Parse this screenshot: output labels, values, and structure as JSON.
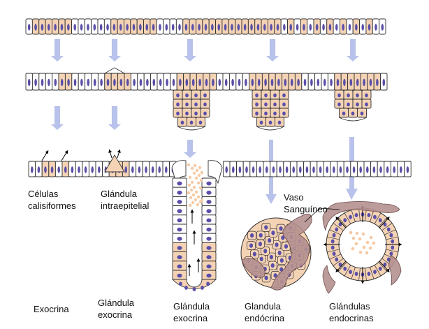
{
  "labels": {
    "celulas_calisiformes": [
      "Células",
      "calisiformes"
    ],
    "glandula_intraepitelial": [
      "Glándula",
      "intraepitelial"
    ],
    "vaso_sanguineo": [
      "Vaso",
      "Sanguíneo"
    ],
    "bottom": [
      [
        "Exocrina"
      ],
      [
        "Glándula",
        "exocrina"
      ],
      [
        "Glándula",
        "exocrina"
      ],
      [
        "Glandula",
        "endócrina"
      ],
      [
        "Glándulas",
        "endocrinas"
      ]
    ]
  },
  "colors": {
    "cell_white": "#ffffff",
    "cell_tan": "#f4d3b5",
    "nucleus": "#5a4fa8",
    "outline": "#333333",
    "arrow": "#b8c2ea",
    "vessel": "#b59090",
    "secretion": "#f6c9a4"
  }
}
